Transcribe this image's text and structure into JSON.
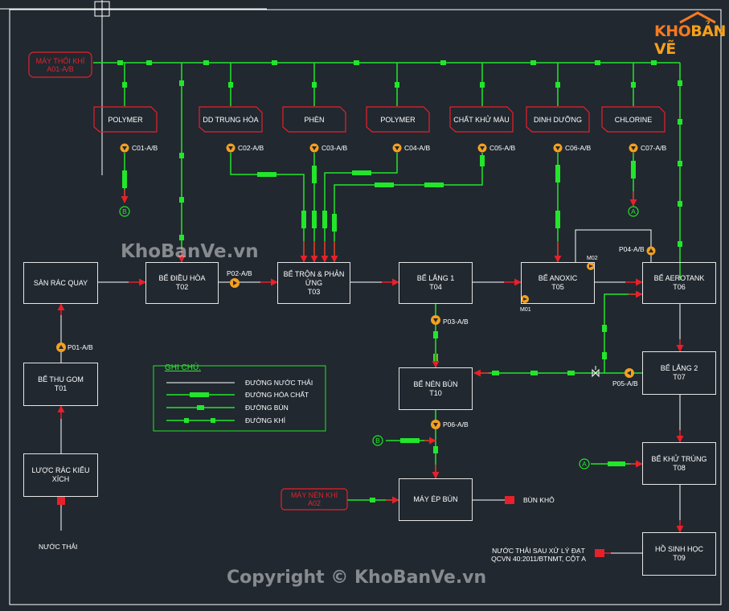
{
  "colors": {
    "background": "#212830",
    "water_line": "#ffffff",
    "chemical_line": "#22e62a",
    "sludge_line": "#22e62a",
    "air_line": "#22e62a",
    "arrow": "#e8202a",
    "pump": "#f4a020",
    "box_border": "#e6e6e6",
    "logo_orange": "#f47a1f"
  },
  "blower": {
    "label": "MÁY THỔI KHÍ\nA01-A/B"
  },
  "chemicals": [
    {
      "name": "POLYMER",
      "pump": "C01-A/B"
    },
    {
      "name": "DD TRUNG HÒA",
      "pump": "C02-A/B"
    },
    {
      "name": "PHÈN",
      "pump": "C03-A/B"
    },
    {
      "name": "POLYMER",
      "pump": "C04-A/B"
    },
    {
      "name": "CHẤT KHỬ MÀU",
      "pump": "C05-A/B"
    },
    {
      "name": "DINH DƯỠNG",
      "pump": "C06-A/B"
    },
    {
      "name": "CHLORINE",
      "pump": "C07-A/B"
    }
  ],
  "tanks": {
    "san_rac": "SÀN RÁC QUAY",
    "dieu_hoa": "BỂ ĐIỀU HÒA\nT02",
    "tron": "BỂ TRỘN & PHẢN\nỨNG\nT03",
    "lang1": "BỂ LẮNG 1\nT04",
    "anoxic": "BỂ ANOXIC\nT05",
    "aerotank": "BỂ AEROTANK\nT06",
    "thu_gom": "BỂ THU GOM\nT01",
    "luoc_rac": "LƯỢC RÁC KIỂU\nXÍCH",
    "nen_bun": "BỂ NÉN BÙN\nT10",
    "lang2": "BỂ LẮNG 2\nT07",
    "khu_trung": "BỂ KHỬ TRÙNG\nT08",
    "may_ep_bun": "MÁY ÉP BÙN",
    "ho_sinh_hoc": "HỒ SINH HỌC\nT09",
    "may_nen_khi": "MÁY NÉN KHÍ\nA02"
  },
  "pumps": {
    "p01": "P01-A/B",
    "p02": "P02-A/B",
    "p03": "P03-A/B",
    "p04": "P04-A/B",
    "p05": "P05-A/B",
    "p06": "P06-A/B",
    "m01": "M01",
    "m02": "M02"
  },
  "connectors": {
    "b": "B",
    "a": "A"
  },
  "labels": {
    "nuoc_thai": "NƯỚC THẢI",
    "bun_kho": "BÙN KHÔ",
    "outlet": "NƯỚC THẢI SAU XỬ LÝ ĐẠT\nQCVN 40:2011/BTNMT, CỘT A"
  },
  "legend": {
    "title": "GHI CHÚ:",
    "items": [
      "ĐƯỜNG NƯỚC THẢI",
      "ĐƯỜNG HÓA CHẤT",
      "ĐƯỜNG BÙN",
      "ĐƯỜNG KHÍ"
    ]
  },
  "watermarks": {
    "site": "KhoBanVe.vn",
    "copyright": "Copyright © KhoBanVe.vn",
    "logo_k": "KHO",
    "logo_b": "BẢN VẼ"
  }
}
